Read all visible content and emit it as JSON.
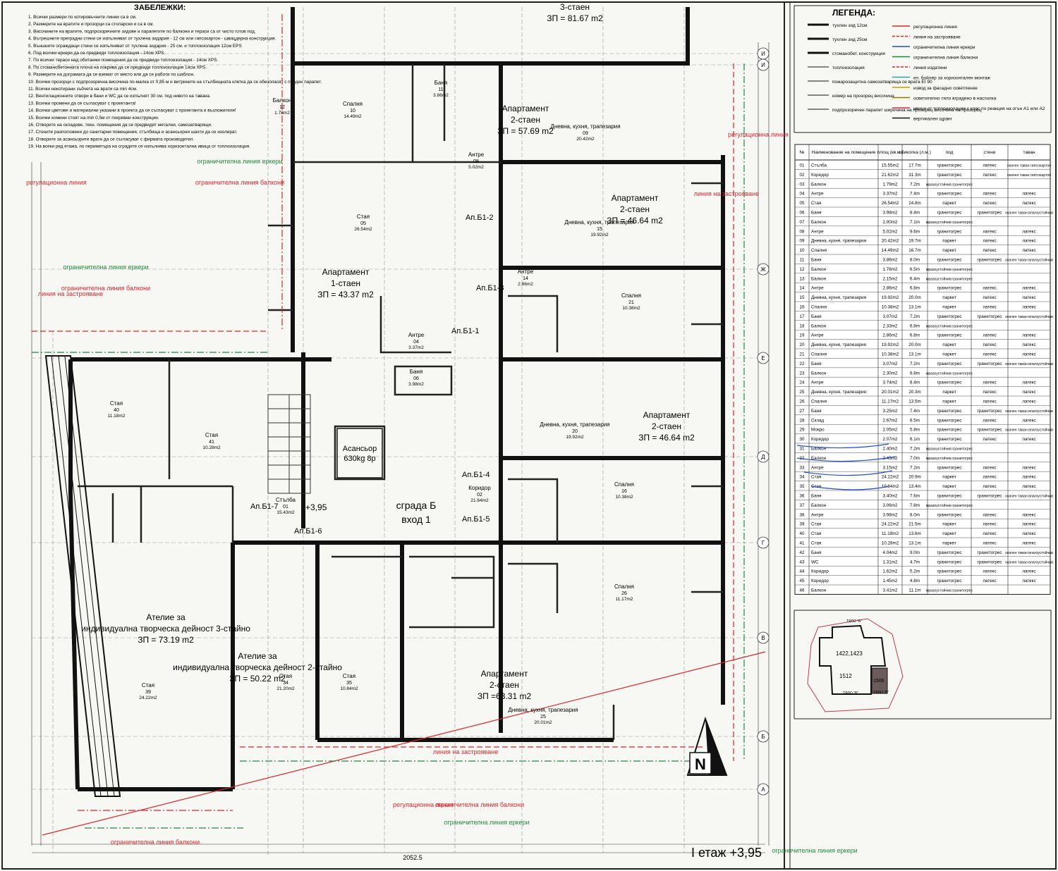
{
  "notes": {
    "title": "ЗАБЕЛЕЖКИ:",
    "items": [
      "1. Всички размери по котировъчните линии са в см.",
      "2. Размерите на вратите и прозорци са столарски и са в см.",
      "3. Височините на вратите, подпрозоречните зидове и парапетите по балкони и тераси са от чисто готов под.",
      "4. Вътрешните преградни стени се изпълняват от тухлена зидария - 12 см или гипсокартон - швицдерна конструкция.",
      "5. Външните ограждащи стени се изпълняват от тухлена зидария - 25 см. и топлоизолация 12см EPS",
      "6. Под всички еркери да се предвиди топлоизолация - 14см XPS.",
      "7. По всички тераси над обитаеми помещения да се предвиди топлоизолация - 14см XPS.",
      "8. По стоманобетонната плоча на покрива да се предвиди топлоизолация 14см XPS.",
      "9. Размерите на дограмата да се вземат от място или да се работи по шаблон.",
      "10. Всички прозорци с подпрозоречна височина по-малка от 0,85 м и витрините на стълбищната клетка да се обезопасят с преден парапет.",
      "11. Всички некотирани зъбчета на врати са min 4см.",
      "12. Вентилационните отвори в бани и WC да се изпълнят 30 см. под нивото на тавана.",
      "13. Всички промени да се съгласуват с проектанта!",
      "14. Всички цветове и материални указани в проекта да се съгласуват с проектанта и възложителя!",
      "15. Всички комини стоят на min 0,5м от покривни конструкции.",
      "16. Отворите на складове, техн. помещения да се предвидят метални, самозатварящи.",
      "17. Стените разположени до санитарни помещения, стълбища и асансьорни шахти да се изолират.",
      "18. Отворите за асансьорите врати да се съгласуват с фирмата производител.",
      "19. На всеки ред етажа, по периметъра на сградите се изпълнява хоризонтална ивица от топлоизолация."
    ]
  },
  "legend": {
    "title": "ЛЕГЕНДА:",
    "left_items": [
      "тухлен зид 12см",
      "тухлен зид 25см",
      "стоманобет. конструкция",
      "топлоизолация",
      "пожарозащитна самозатваряща се врата EI 90",
      "номер на прозорец височина",
      "подпрозоречен парапет широчина на прозорец височина на прозорец"
    ],
    "right_items": [
      "регулационна линия",
      "линия на застрояване",
      "ограничителна линия еркери",
      "ограничителна линия балкони",
      "линия издатини",
      "ел. бойлер за хоризонтален монтаж",
      "извод за фасадно осветление",
      "осветително тяло вградено в настилка",
      "ивици от топлоизолация с клас по реакция на огън A1 или A2",
      "вертикален щранг"
    ],
    "colors": {
      "red": "#d8262e",
      "green": "#1e8a3c",
      "blue": "#1f4fd0",
      "hatch": "#c23a4a"
    }
  },
  "table": {
    "headers": [
      "№",
      "Наименование на помещение",
      "площ (кв.м.)",
      "обиколка (л.м.)",
      "под",
      "стени",
      "таван"
    ],
    "rows": [
      [
        "01",
        "Стълба",
        "15.55m2",
        "17.7m",
        "гранитогрес",
        "латекс",
        "окачен таван гипсокартон"
      ],
      [
        "02",
        "Коридор",
        "21.62m2",
        "31.3m",
        "гранитогрес",
        "латекс",
        "окачен таван гипсокартон"
      ],
      [
        "03",
        "Балкон",
        "1.79m2",
        "7.2m",
        "мразоустойчив гранитогрес",
        "",
        ""
      ],
      [
        "04",
        "Антре",
        "3.37m2",
        "7.4m",
        "гранитогрес",
        "латекс",
        "латекс"
      ],
      [
        "05",
        "Стая",
        "26.54m2",
        "24.8m",
        "паркет",
        "латекс",
        "латекс"
      ],
      [
        "06",
        "Баня",
        "3.98m2",
        "8.4m",
        "гранитогрес",
        "гранитогрес",
        "окачен таван влагоустойчив"
      ],
      [
        "07",
        "Балкон",
        "2.00m2",
        "7.1m",
        "мразоустойчив гранитогрес",
        "",
        ""
      ],
      [
        "08",
        "Антре",
        "5.02m2",
        "9.6m",
        "гранитогрес",
        "латекс",
        "латекс"
      ],
      [
        "09",
        "Дневна, кухня, трапезария",
        "20.42m2",
        "19.7m",
        "паркет",
        "латекс",
        "латекс"
      ],
      [
        "10",
        "Спалня",
        "14.49m2",
        "16.7m",
        "паркет",
        "латекс",
        "латекс"
      ],
      [
        "11",
        "Баня",
        "3.86m2",
        "8.0m",
        "гранитогрес",
        "гранитогрес",
        "окачен таван влагоустойчив"
      ],
      [
        "12",
        "Балкон",
        "1.78m2",
        "6.5m",
        "мразоустойчив гранитогрес",
        "",
        ""
      ],
      [
        "13",
        "Балкон",
        "2.15m2",
        "6.4m",
        "мразоустойчив гранитогрес",
        "",
        ""
      ],
      [
        "14",
        "Антре",
        "2.86m2",
        "6.8m",
        "гранитогрес",
        "латекс",
        "латекс"
      ],
      [
        "15",
        "Дневна, кухня, трапезария",
        "19.92m2",
        "20.0m",
        "паркет",
        "латекс",
        "латекс"
      ],
      [
        "16",
        "Спалня",
        "10.38m2",
        "13.1m",
        "паркет",
        "латекс",
        "латекс"
      ],
      [
        "17",
        "Баня",
        "3.07m2",
        "7.2m",
        "гранитогрес",
        "гранитогрес",
        "окачен таван влагоустойчив"
      ],
      [
        "18",
        "Балкон",
        "2.33m2",
        "6.8m",
        "мразоустойчив гранитогрес",
        "",
        ""
      ],
      [
        "19",
        "Антре",
        "2.86m2",
        "6.8m",
        "гранитогрес",
        "латекс",
        "латекс"
      ],
      [
        "20",
        "Дневна, кухня, трапезария",
        "19.92m2",
        "20.0m",
        "паркет",
        "латекс",
        "латекс"
      ],
      [
        "21",
        "Спалня",
        "10.38m2",
        "13.1m",
        "паркет",
        "латекс",
        "латекс"
      ],
      [
        "22",
        "Баня",
        "3.07m2",
        "7.2m",
        "гранитогрес",
        "гранитогрес",
        "окачен таван влагоустойчив"
      ],
      [
        "23",
        "Балкон",
        "2.30m2",
        "6.8m",
        "мразоустойчив гранитогрес",
        "",
        ""
      ],
      [
        "24",
        "Антре",
        "3.74m2",
        "8.4m",
        "гранитогрес",
        "латекс",
        "латекс"
      ],
      [
        "25",
        "Дневна, кухня, трапезария",
        "20.01m2",
        "20.3m",
        "паркет",
        "латекс",
        "латекс"
      ],
      [
        "26",
        "Спалня",
        "11.17m2",
        "13.5m",
        "паркет",
        "латекс",
        "латекс"
      ],
      [
        "27",
        "Баня",
        "3.25m2",
        "7.4m",
        "гранитогрес",
        "гранитогрес",
        "окачен таван влагоустойчив"
      ],
      [
        "28",
        "Склад",
        "2.67m2",
        "6.5m",
        "гранитогрес",
        "латекс",
        "латекс"
      ],
      [
        "29",
        "Мокро",
        "2.05m2",
        "5.8m",
        "гранитогрес",
        "гранитогрес",
        "окачен таван влагоустойчив"
      ],
      [
        "30",
        "Коридор",
        "2.07m2",
        "6.1m",
        "гранитогрес",
        "латекс",
        "латекс"
      ],
      [
        "31",
        "Балкон",
        "2.40m2",
        "7.2m",
        "мразоустойчив гранитогрес",
        "",
        ""
      ],
      [
        "32",
        "Балкон",
        "2.43m2",
        "7.0m",
        "мразоустойчив гранитогрес",
        "",
        ""
      ],
      [
        "33",
        "Антре",
        "3.15m2",
        "7.2m",
        "гранитогрес",
        "латекс",
        "латекс"
      ],
      [
        "34",
        "Стая",
        "24.22m2",
        "20.9m",
        "паркет",
        "латекс",
        "латекс"
      ],
      [
        "35",
        "Стая",
        "10.84m2",
        "13.4m",
        "паркет",
        "латекс",
        "латекс"
      ],
      [
        "36",
        "Баня",
        "3.40m2",
        "7.6m",
        "гранитогрес",
        "гранитогрес",
        "окачен таван влагоустойчив"
      ],
      [
        "37",
        "Балкон",
        "3.06m2",
        "7.8m",
        "мразоустойчив гранитогрес",
        "",
        ""
      ],
      [
        "38",
        "Антре",
        "3.98m2",
        "8.0m",
        "гранитогрес",
        "латекс",
        "латекс"
      ],
      [
        "39",
        "Стая",
        "24.22m2",
        "21.5m",
        "паркет",
        "латекс",
        "латекс"
      ],
      [
        "40",
        "Стая",
        "11.18m2",
        "13.6m",
        "паркет",
        "латекс",
        "латекс"
      ],
      [
        "41",
        "Стая",
        "10.28m2",
        "13.1m",
        "паркет",
        "латекс",
        "латекс"
      ],
      [
        "42",
        "Баня",
        "4.04m2",
        "9.0m",
        "гранитогрес",
        "гранитогрес",
        "окачен таван влагоустойчив"
      ],
      [
        "43",
        "WC",
        "1.31m2",
        "4.7m",
        "гранитогрес",
        "гранитогрес",
        "окачен таван влагоустойчив"
      ],
      [
        "44",
        "Коридор",
        "1.62m2",
        "5.2m",
        "гранитогрес",
        "латекс",
        "латекс"
      ],
      [
        "45",
        "Коридор",
        "1.45m2",
        "4.8m",
        "гранитогрес",
        "латекс",
        "латекс"
      ],
      [
        "46",
        "Балкон",
        "3.41m2",
        "11.1m",
        "мразоустойчив гранитогрес",
        "",
        ""
      ]
    ]
  },
  "keyplan": {
    "labels": [
      "ТЯЛО \"А\"",
      "1422,1423",
      "1512",
      "1506",
      "ТЯЛО \"В\"",
      "ТЯЛО \"Б\""
    ]
  },
  "plan": {
    "apartments": [
      {
        "name": "Апартамент",
        "type": "2-стаен",
        "area": "ЗП = 57.69 m2"
      },
      {
        "name": "Апартамент",
        "type": "2-стаен",
        "area": "ЗП = 46.64 m2"
      },
      {
        "name": "Апартамент",
        "type": "1-стаен",
        "area": "ЗП = 43.37 m2"
      },
      {
        "name": "Апартамент",
        "type": "2-стаен",
        "area": "ЗП = 46.64 m2"
      },
      {
        "name": "Апартамент",
        "type": "2-стаен",
        "area": "ЗП =63.31 m2"
      },
      {
        "name": "Ателие за",
        "type": "индивидуална творческа дейност 3-стайно",
        "area": "ЗП = 73.19 m2"
      },
      {
        "name": "Ателие за",
        "type": "индивидуална творческа дейност 2-стайно",
        "area": "ЗП = 50.22 m2"
      }
    ],
    "top_apartment": {
      "type": "3-стаен",
      "area": "ЗП = 81.67 m2"
    },
    "rooms": [
      {
        "name": "Спалня",
        "no": "10",
        "area": "14.49m2"
      },
      {
        "name": "Баня",
        "no": "11",
        "area": "3.86m2"
      },
      {
        "name": "Балкон",
        "no": "12",
        "area": "1.78m2"
      },
      {
        "name": "Дневна, кухня, трапезария",
        "no": "09",
        "area": "20.42m2"
      },
      {
        "name": "Антре",
        "no": "08",
        "area": "5.02m2"
      },
      {
        "name": "Стая",
        "no": "05",
        "area": "26.54m2"
      },
      {
        "name": "Дневна, кухня, трапезария",
        "no": "15",
        "area": "19.92m2"
      },
      {
        "name": "Антре",
        "no": "14",
        "area": "2.86m2"
      },
      {
        "name": "Спалня",
        "no": "21",
        "area": "10.38m2"
      },
      {
        "name": "Антре",
        "no": "04",
        "area": "3.37m2"
      },
      {
        "name": "Баня",
        "no": "06",
        "area": "3.98m2"
      },
      {
        "name": "Дневна, кухня, трапезария",
        "no": "20",
        "area": "19.92m2"
      },
      {
        "name": "Стая",
        "no": "40",
        "area": "11.18m2"
      },
      {
        "name": "Стая",
        "no": "41",
        "area": "10.28m2"
      },
      {
        "name": "Коридор",
        "no": "02",
        "area": "21.64m2"
      },
      {
        "name": "Спалня",
        "no": "16",
        "area": "10.38m2"
      },
      {
        "name": "Стълба",
        "no": "01",
        "area": "15.43m2"
      },
      {
        "name": "Спалня",
        "no": "26",
        "area": "11.17m2"
      },
      {
        "name": "Стая",
        "no": "35",
        "area": "10.84m2"
      },
      {
        "name": "Стая",
        "no": "34",
        "area": "21.20m2"
      },
      {
        "name": "Стая",
        "no": "39",
        "area": "24.22m2"
      },
      {
        "name": "Дневна, кухня, трапезария",
        "no": "25",
        "area": "20.01m2"
      }
    ],
    "elevator": {
      "title": "Асансьор",
      "spec": "630kg 8р"
    },
    "building": {
      "name": "сграда Б",
      "entrance": "вход 1"
    },
    "level": "+3,95",
    "apartment_tags": [
      "Ап.Б1-1",
      "Ап.Б1-2",
      "Ап.Б1-3",
      "Ап.Б1-4",
      "Ап.Б1-5",
      "Ап.Б1-6",
      "Ап.Б1-7"
    ],
    "annotations": [
      {
        "text": "ограничителна линия еркери",
        "color": "green"
      },
      {
        "text": "ограничителна линия балкони",
        "color": "red"
      },
      {
        "text": "регулационна линия",
        "color": "red"
      },
      {
        "text": "линия на застрояване",
        "color": "red"
      }
    ],
    "axes": [
      "А",
      "Б",
      "В",
      "Г",
      "Д",
      "Е",
      "Ж",
      "И"
    ],
    "north": "N",
    "floor_title": "I етаж +3,95",
    "total_dim": "2052.5"
  }
}
